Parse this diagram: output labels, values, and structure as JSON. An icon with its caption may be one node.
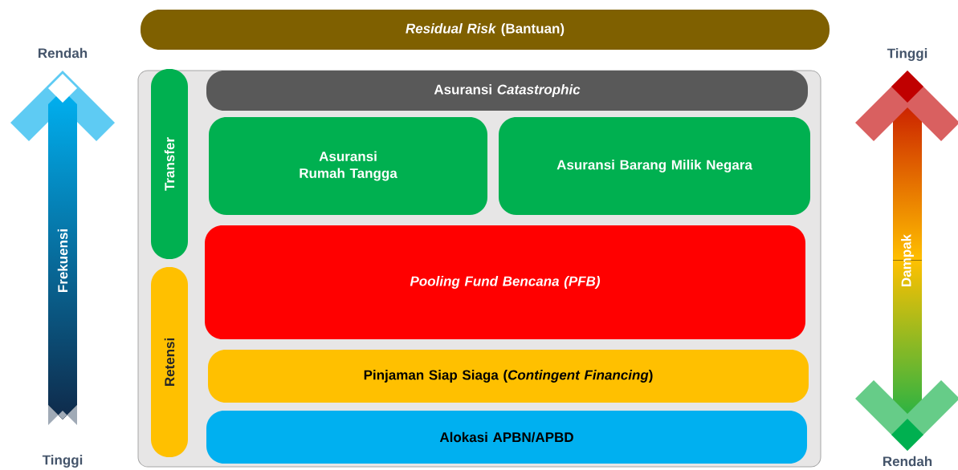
{
  "diagram": {
    "nodes": [
      {
        "text": [
          "*Residual Risk* (Bantuan)"
        ]
      },
      {
        "text": [],
        "shape": "box"
      },
      {
        "text": [
          "Transfer"
        ],
        "in": 1
      },
      {
        "text": [
          "Retensi"
        ],
        "in": 1
      },
      {
        "text": [
          "Asuransi *Catastrophic*"
        ],
        "in": 1
      },
      {
        "text": [
          "Asuransi Rumah Tangga"
        ],
        "in": 1
      },
      {
        "text": [
          "Asuransi Barang Milik Negara"
        ],
        "in": 1
      },
      {
        "text": [
          "Pooling Fund Bencana (PFB)"
        ],
        "in": 1
      },
      {
        "text": [
          "Pinjaman Siap Siaga (*Contingent Financing*)"
        ],
        "in": 1
      },
      {
        "text": [
          "Alokasi APBN/APBD"
        ],
        "in": 1
      }
    ],
    "labels": [
      "Rendah",
      "Tinggi",
      "Frekuensi",
      "Dampak",
      "Tinggi",
      "Rendah"
    ]
  }
}
